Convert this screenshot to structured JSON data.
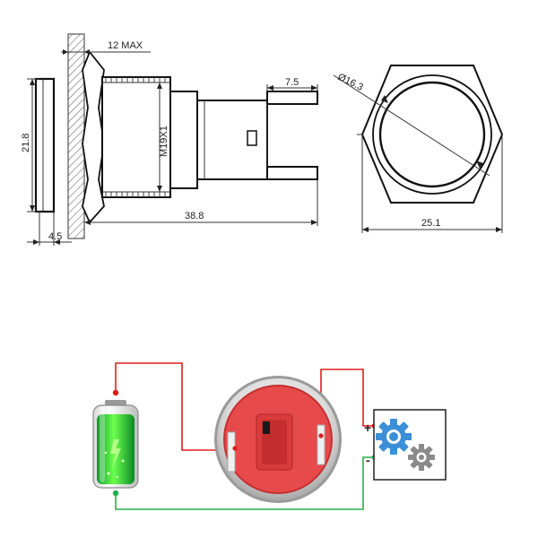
{
  "drawing": {
    "dims": {
      "max_thickness": "12 MAX",
      "height": "21.8",
      "thread": "M19X1",
      "terminal_len": "7.5",
      "length": "38.8",
      "flange": "4.5",
      "diameter": "Ø16.3",
      "width": "25.1"
    }
  },
  "wiring": {
    "plus": "+",
    "minus": "-",
    "colors": {
      "positive_wire": "#e11d1d",
      "negative_wire": "#22b14c",
      "switch_body": "#e64a4a",
      "gear_blue": "#3a8fd6",
      "gear_gray": "#8a8a8a"
    }
  }
}
